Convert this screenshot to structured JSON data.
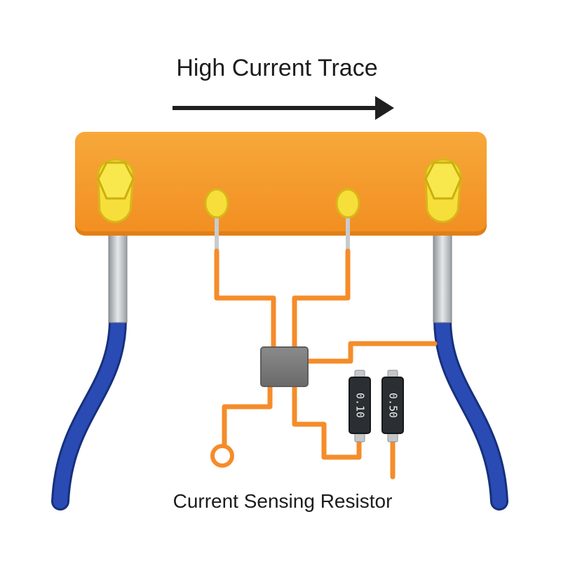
{
  "title": "High Current Trace",
  "caption": "Current Sensing Resistor",
  "resistors": [
    {
      "code": "0.10"
    },
    {
      "code": "0.50"
    }
  ],
  "colors": {
    "busbar": "#f39a2b",
    "busbar_edge": "#e07f16",
    "terminal": "#f6df3a",
    "terminal_edge": "#d8b61a",
    "trace": "#f58c2a",
    "wire": "#2a4bb3",
    "wire_sheath": "#c3c6c9",
    "chip": "#7b7b7b",
    "resistor_body": "#2b2f33",
    "arrow": "#1f1f1f"
  },
  "icons": {
    "direction": "right-arrow-icon"
  }
}
